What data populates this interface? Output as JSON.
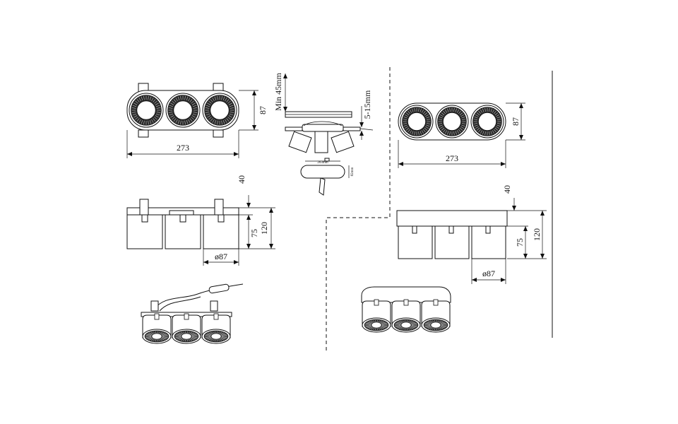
{
  "drawing": {
    "recessed": {
      "top_view": {
        "width_label": "273",
        "height_label": "87"
      },
      "side_view": {
        "depth_label_40": "40",
        "depth_label_75": "75",
        "height_label": "120",
        "diameter_label": "ø87"
      }
    },
    "install": {
      "min_clearance_label": "Min 45mm",
      "ceiling_thickness_label": "5-15mm",
      "cutout_width_label": "263mm",
      "cutout_height_label": "82mm"
    },
    "surface": {
      "top_view": {
        "width_label": "273",
        "height_label": "87"
      },
      "side_view": {
        "depth_label_40": "40",
        "depth_label_75": "75",
        "height_label": "120",
        "diameter_label": "ø87"
      }
    }
  }
}
